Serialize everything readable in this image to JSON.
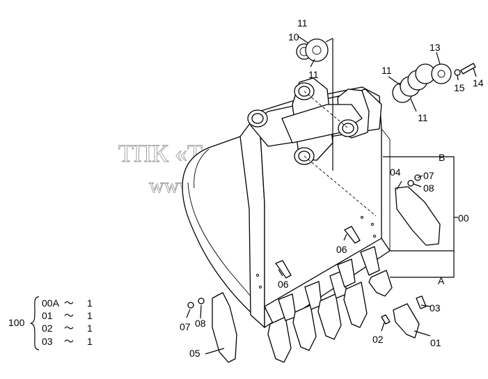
{
  "watermark": {
    "line1": "ТПК «Техно-Сиб»",
    "line2": "www.tpkts.ru"
  },
  "callouts": {
    "c10": "10",
    "c11a": "11",
    "c11b": "11",
    "c11c": "11",
    "c11d": "11",
    "c13": "13",
    "c14": "14",
    "c15": "15",
    "c04": "04",
    "c07a": "07",
    "c08a": "08",
    "c00": "00",
    "cB": "B",
    "cA": "A",
    "c06a": "06",
    "c06b": "06",
    "c03": "03",
    "c02": "02",
    "c01": "01",
    "c07b": "07",
    "c08b": "08",
    "c05": "05"
  },
  "quantity_table": {
    "group_number": "100",
    "rows": [
      {
        "part": "00A",
        "sep": "〜",
        "qty": "1"
      },
      {
        "part": "01",
        "sep": "〜",
        "qty": "1"
      },
      {
        "part": "02",
        "sep": "〜",
        "qty": "1"
      },
      {
        "part": "03",
        "sep": "〜",
        "qty": "1"
      }
    ]
  }
}
